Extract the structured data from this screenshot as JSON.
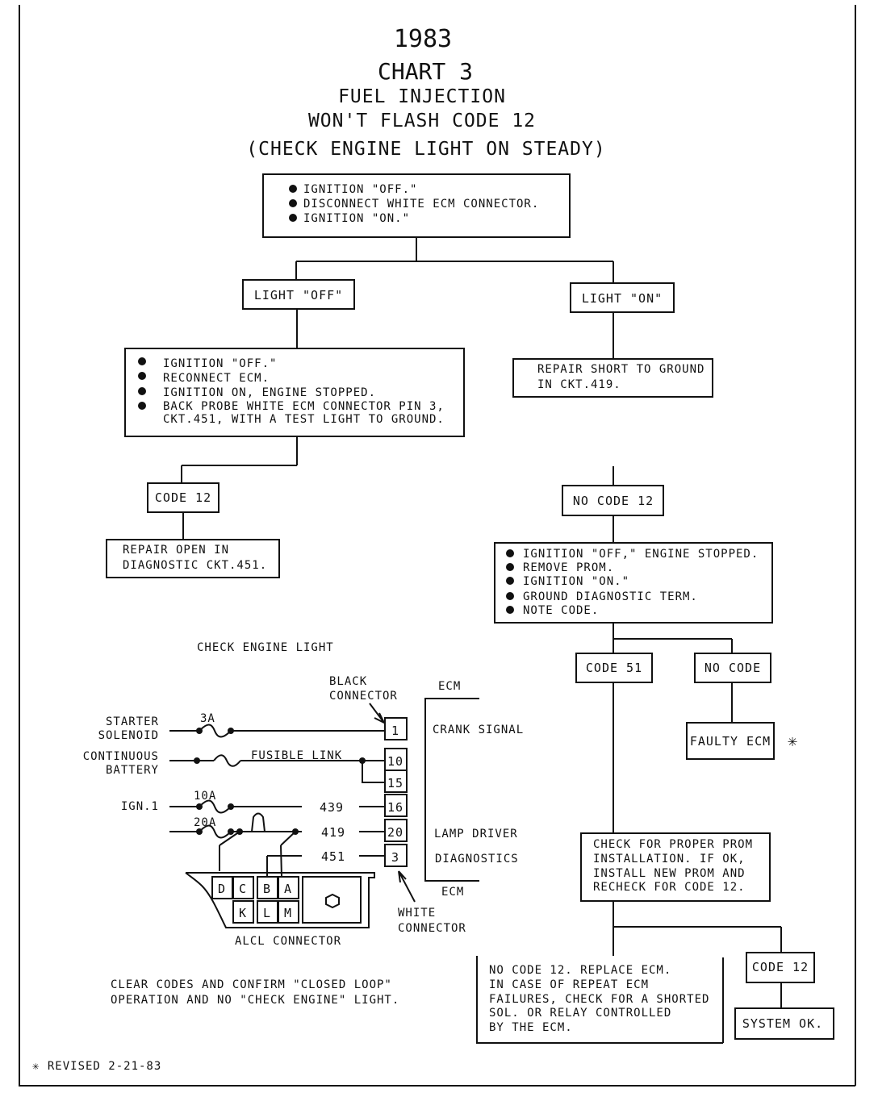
{
  "header": {
    "year": "1983",
    "chart": "CHART 3",
    "subtitle": "FUEL INJECTION",
    "title": "WON'T FLASH CODE 12",
    "condition": "(CHECK ENGINE LIGHT ON STEADY)"
  },
  "step1": {
    "items": [
      "IGNITION \"OFF.\"",
      "DISCONNECT WHITE ECM CONNECTOR.",
      "IGNITION \"ON.\""
    ]
  },
  "light_off": "LIGHT \"OFF\"",
  "light_on": "LIGHT \"ON\"",
  "repair_short": [
    "REPAIR SHORT TO GROUND",
    "IN CKT.419."
  ],
  "step2": {
    "items": [
      "IGNITION \"OFF.\"",
      "RECONNECT ECM.",
      "IGNITION ON, ENGINE STOPPED.",
      "BACK PROBE WHITE ECM CONNECTOR PIN 3,"
    ],
    "continuation": "CKT.451, WITH A TEST LIGHT TO GROUND."
  },
  "code12_left": "CODE 12",
  "repair_open": [
    "REPAIR OPEN IN",
    "DIAGNOSTIC CKT.451."
  ],
  "no_code12": "NO CODE 12",
  "step3": {
    "items": [
      "IGNITION \"OFF,\" ENGINE STOPPED.",
      "REMOVE PROM.",
      "IGNITION \"ON.\"",
      "GROUND DIAGNOSTIC TERM.",
      "NOTE CODE."
    ]
  },
  "code51": "CODE 51",
  "no_code": "NO CODE",
  "faulty_ecm": "FAULTY ECM",
  "asterisk": "✳",
  "check_prom": [
    "CHECK FOR PROPER PROM",
    "INSTALLATION. IF OK,",
    "INSTALL NEW PROM AND",
    "RECHECK FOR CODE 12."
  ],
  "replace_ecm": [
    "NO CODE 12. REPLACE ECM.",
    "IN CASE OF REPEAT ECM",
    "FAILURES, CHECK FOR A SHORTED",
    "SOL. OR RELAY CONTROLLED",
    "BY THE ECM."
  ],
  "code12_right": "CODE 12",
  "system_ok": "SYSTEM OK.",
  "schematic": {
    "heading": "CHECK ENGINE LIGHT",
    "black_connector": [
      "BLACK",
      "CONNECTOR"
    ],
    "white_connector": [
      "WHITE",
      "CONNECTOR"
    ],
    "ecm_top": "ECM",
    "ecm_bottom": "ECM",
    "starter": [
      "STARTER",
      "SOLENOID"
    ],
    "battery": [
      "CONTINUOUS",
      "BATTERY"
    ],
    "ign": "IGN.1",
    "fuse_3a": "3A",
    "fuse_10a": "10A",
    "fuse_20a": "20A",
    "fusible_link": "FUSIBLE LINK",
    "wire_439": "439",
    "wire_419": "419",
    "wire_451": "451",
    "pins": [
      "1",
      "10",
      "15",
      "16",
      "20",
      "3"
    ],
    "crank_signal": "CRANK SIGNAL",
    "lamp_driver": "LAMP DRIVER",
    "diagnostics": "DIAGNOSTICS",
    "alcl_top": [
      "D",
      "C",
      "B",
      "A"
    ],
    "alcl_bottom": [
      "K",
      "L",
      "M"
    ],
    "alcl_label": "ALCL CONNECTOR"
  },
  "clear_codes": [
    "CLEAR CODES AND CONFIRM \"CLOSED LOOP\"",
    "OPERATION AND NO \"CHECK ENGINE\" LIGHT."
  ],
  "revised": "✳ REVISED 2-21-83"
}
